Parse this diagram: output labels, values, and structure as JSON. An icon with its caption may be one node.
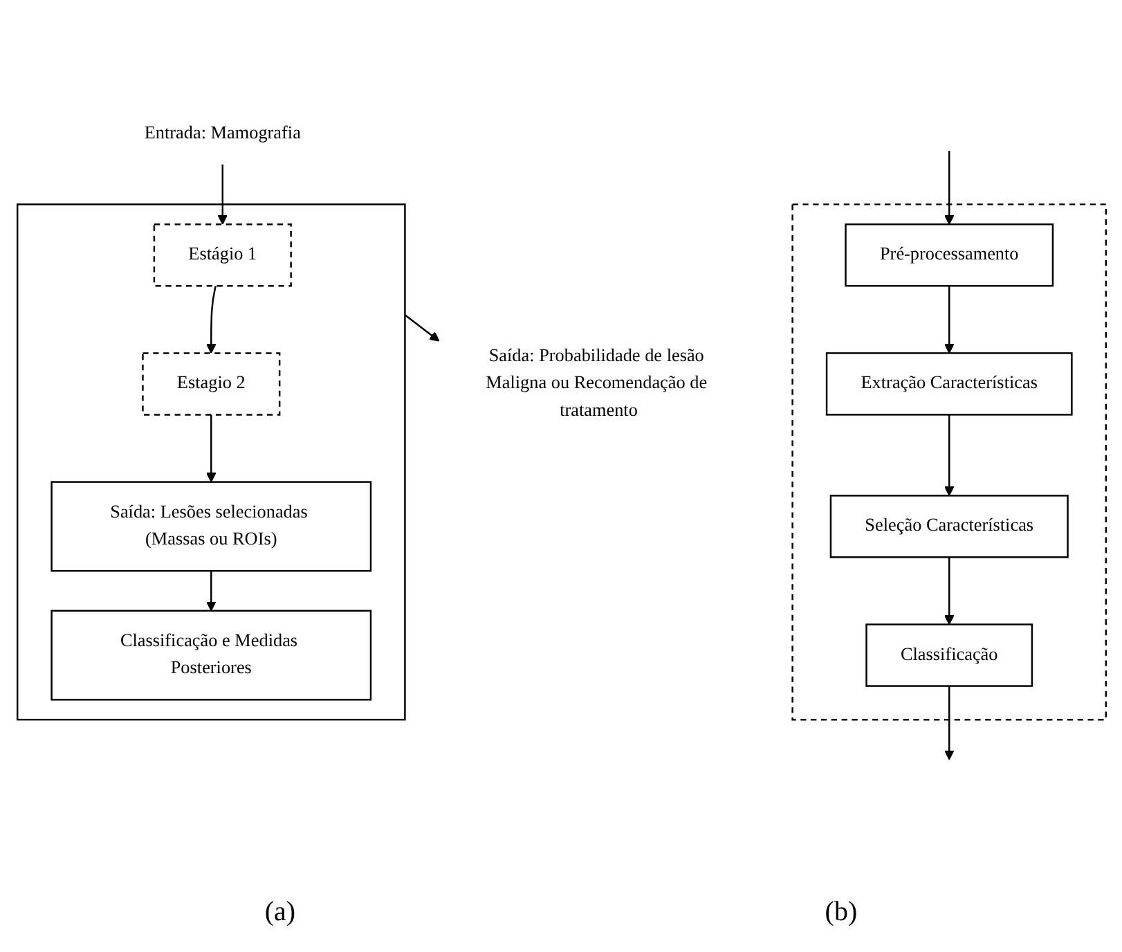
{
  "diagram": {
    "nodes": [
      {
        "text": [
          "Entrada: Mamografia"
        ]
      },
      {
        "text": [],
        "shape": "box"
      },
      {
        "text": [
          "Estágio 1"
        ],
        "in": 1
      },
      {
        "text": [
          "Estagio 2"
        ],
        "in": 1
      },
      {
        "text": [
          "Saída: Lesões selecionadas (Massas ou ROIs)"
        ],
        "in": 1
      },
      {
        "text": [
          "Classificação e Medidas Posteriores"
        ],
        "in": 1
      },
      {
        "text": [
          "Saída: Probabilidade de lesão Maligna ou Recomendação de tratamento"
        ]
      },
      {
        "text": [],
        "shape": "box"
      },
      {
        "text": [
          "Pré-processamento"
        ],
        "in": 7
      },
      {
        "text": [
          "Extração Características"
        ],
        "in": 7
      },
      {
        "text": [
          "Seleção Características"
        ],
        "in": 7
      },
      {
        "text": [
          "Classificação"
        ],
        "in": 7
      }
    ],
    "edges": [
      {
        "from": 0,
        "to": 2,
        "arrow": "to"
      },
      {
        "from": 2,
        "to": 3,
        "arrow": "to"
      },
      {
        "from": 3,
        "to": 4,
        "arrow": "to"
      },
      {
        "from": 4,
        "to": 5,
        "arrow": "to"
      },
      {
        "from": 1,
        "to": 6,
        "arrow": "to"
      },
      {
        "from": null,
        "to": 8,
        "arrow": "to"
      },
      {
        "from": 8,
        "to": 9,
        "arrow": "to"
      },
      {
        "from": 9,
        "to": 10,
        "arrow": "to"
      },
      {
        "from": 10,
        "to": 11,
        "arrow": "to"
      },
      {
        "from": 11,
        "to": null,
        "arrow": "to"
      }
    ],
    "labels": [
      "(a)",
      "(b)"
    ]
  }
}
